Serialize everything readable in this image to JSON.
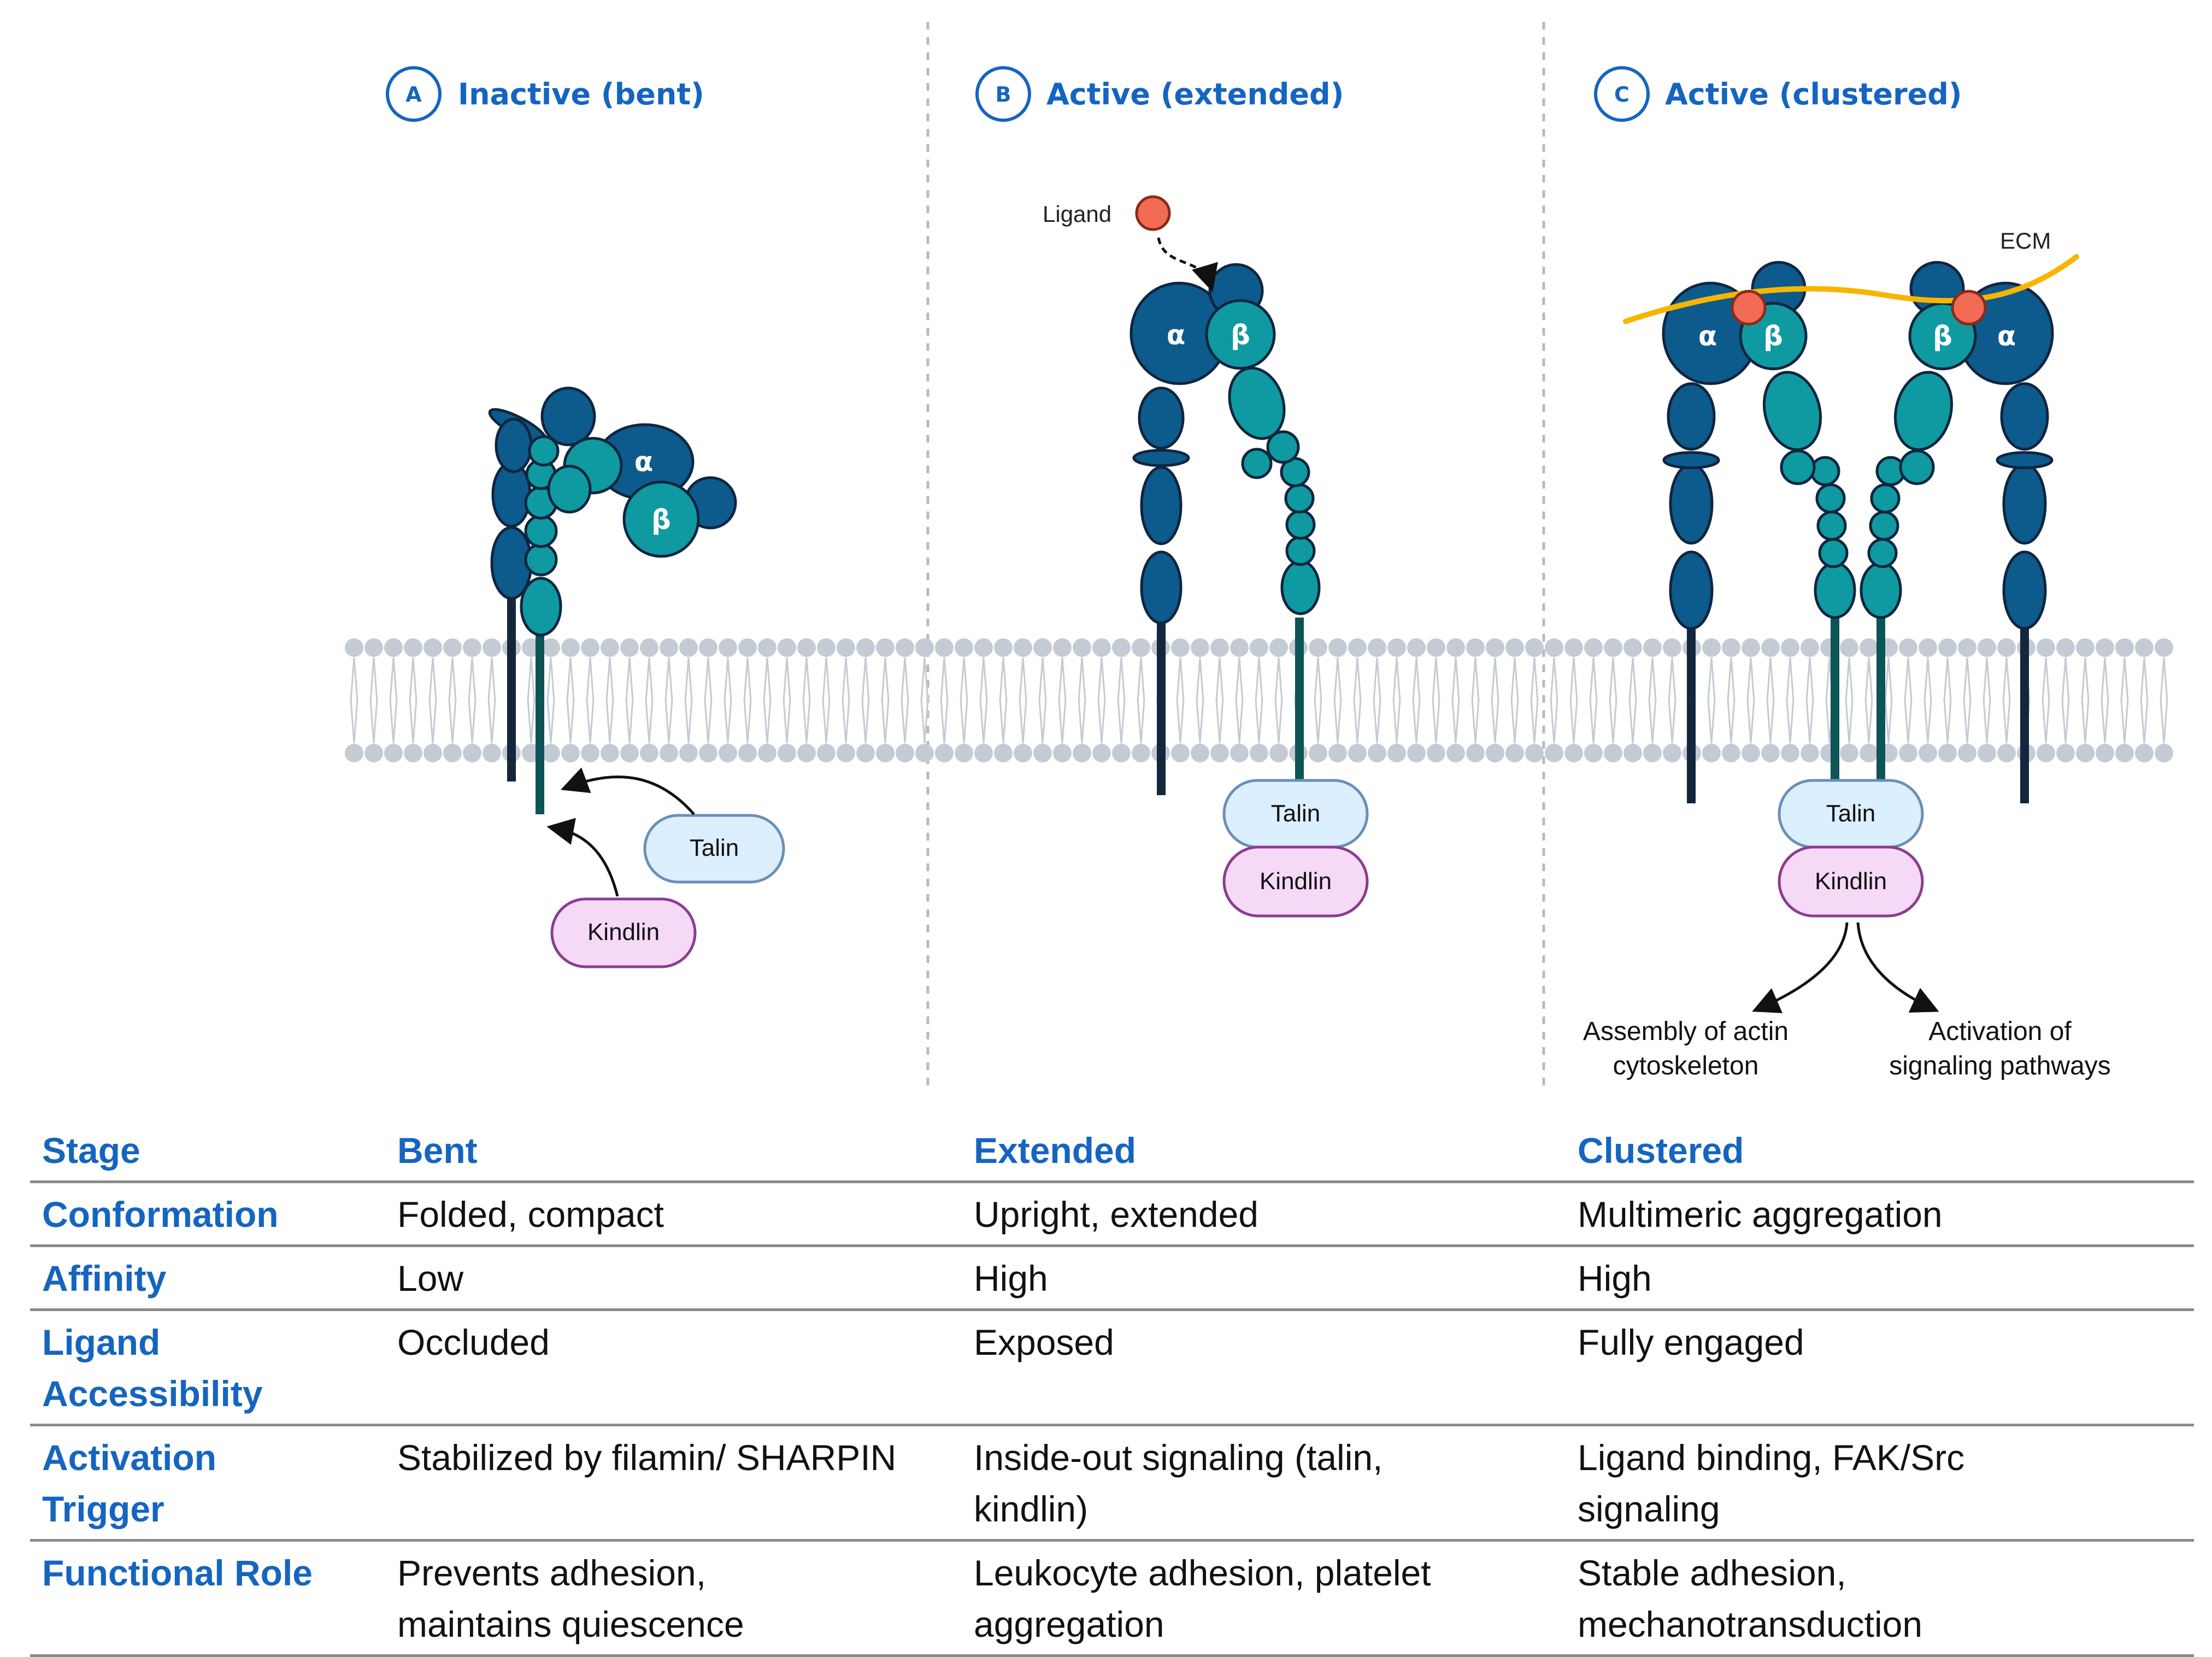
{
  "panels": [
    {
      "badge": "A",
      "title": "Inactive (bent)"
    },
    {
      "badge": "B",
      "title": "Active (extended)"
    },
    {
      "badge": "C",
      "title": "Active (clustered)"
    }
  ],
  "subunits": {
    "alpha": "α",
    "beta": "β"
  },
  "labels": {
    "ligand": "Ligand",
    "ecm": "ECM",
    "talin": "Talin",
    "kindlin": "Kindlin",
    "downstream_1_line1": "Assembly of actin",
    "downstream_1_line2": "cytoskeleton",
    "downstream_2_line1": "Activation of",
    "downstream_2_line2": "signaling pathways"
  },
  "colors": {
    "alpha": "#0d5a8c",
    "beta": "#0e9aa0",
    "talin": "#dcefff",
    "kindlin": "#f6d9f7",
    "ligand": "#f26b55",
    "ecm": "#f7b500",
    "membrane": "#c4cbd4",
    "title": "#1565c0"
  },
  "table": {
    "headers": [
      "Stage",
      "Bent",
      "Extended",
      "Clustered"
    ],
    "rows": [
      {
        "label": [
          "Conformation"
        ],
        "cells": [
          [
            "Folded, compact"
          ],
          [
            "Upright, extended"
          ],
          [
            "Multimeric aggregation"
          ]
        ]
      },
      {
        "label": [
          "Affinity"
        ],
        "cells": [
          [
            "Low"
          ],
          [
            "High"
          ],
          [
            "High"
          ]
        ]
      },
      {
        "label": [
          "Ligand",
          "Accessibility"
        ],
        "cells": [
          [
            "Occluded"
          ],
          [
            "Exposed"
          ],
          [
            "Fully engaged"
          ]
        ]
      },
      {
        "label": [
          "Activation",
          "Trigger"
        ],
        "cells": [
          [
            "Stabilized by filamin/ SHARPIN"
          ],
          [
            "Inside-out signaling (talin,",
            "kindlin)"
          ],
          [
            "Ligand binding, FAK/Src",
            "signaling"
          ]
        ]
      },
      {
        "label": [
          "Functional Role"
        ],
        "cells": [
          [
            "Prevents adhesion,",
            "maintains quiescence"
          ],
          [
            "Leukocyte adhesion, platelet",
            "aggregation"
          ],
          [
            "Stable adhesion,",
            "mechanotransduction"
          ]
        ]
      }
    ]
  }
}
